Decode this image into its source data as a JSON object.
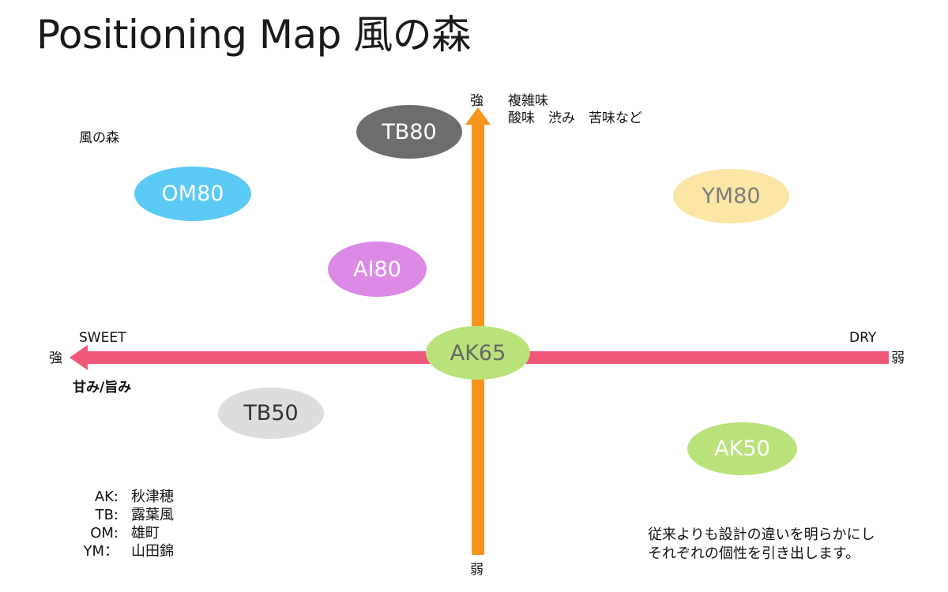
{
  "title": "Positioning Map 風の森",
  "subtitle": "風の森",
  "colors": {
    "horizontal_axis": "#f0587a",
    "vertical_axis": "#f7941d"
  },
  "axes": {
    "horizontal": {
      "left_label": "SWEET",
      "left_sublabel": "甘み/旨み",
      "left_end": "強",
      "right_label": "DRY",
      "right_end": "弱"
    },
    "vertical": {
      "top_end": "強",
      "top_label_line1": "複雑味",
      "top_label_line2": "酸味　渋み　苦味など",
      "bottom_end": "弱"
    }
  },
  "products": [
    {
      "name": "TB80",
      "color": "#6d6d6d",
      "text_color": "#ffffff"
    },
    {
      "name": "OM80",
      "color": "#5bcaf5",
      "text_color": "#ffffff"
    },
    {
      "name": "YM80",
      "color": "#fbe6a5",
      "text_color": "#7d7d7d"
    },
    {
      "name": "AI80",
      "color": "#dd8ae6",
      "text_color": "#ffffff"
    },
    {
      "name": "AK65",
      "color": "#b9e27a",
      "text_color": "#666666"
    },
    {
      "name": "TB50",
      "color": "#dddddd",
      "text_color": "#333333"
    },
    {
      "name": "AK50",
      "color": "#b9e27a",
      "text_color": "#ffffff"
    }
  ],
  "legend": [
    {
      "code": "AK:",
      "name": "秋津穂"
    },
    {
      "code": "TB:",
      "name": "露葉風"
    },
    {
      "code": "OM:",
      "name": "雄町"
    },
    {
      "code": "YM：",
      "name": "山田錦"
    }
  ],
  "note": {
    "line1": "従来よりも設計の違いを明らかにし",
    "line2": "それぞれの個性を引き出します。"
  }
}
